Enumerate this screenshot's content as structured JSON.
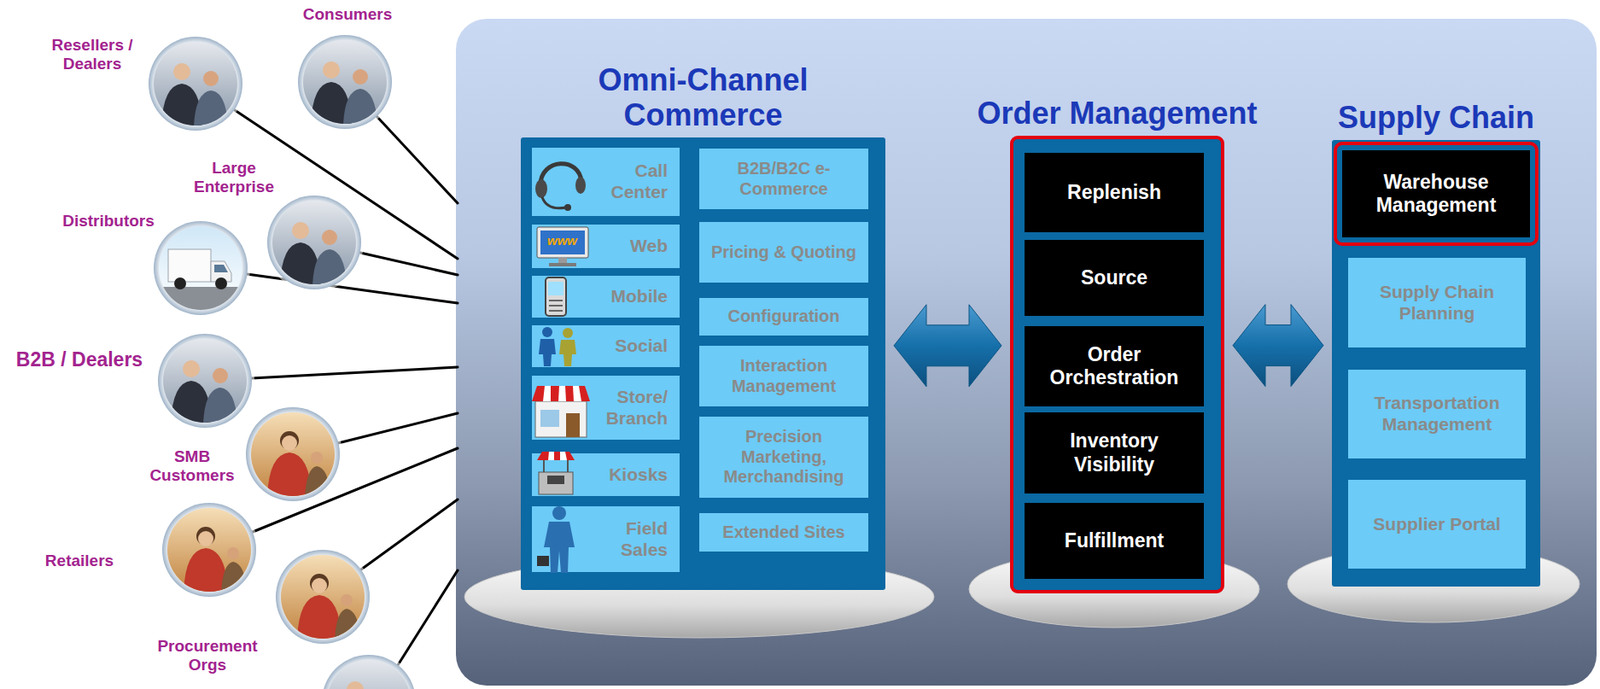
{
  "diagram": {
    "nodes": [
      {
        "text": [
          "Omni-Channel Commerce"
        ]
      },
      {
        "text": [
          "Call Center"
        ],
        "in": 0
      },
      {
        "text": [
          "Web"
        ],
        "in": 0
      },
      {
        "text": [
          "Mobile"
        ],
        "in": 0
      },
      {
        "text": [
          "Social"
        ],
        "in": 0
      },
      {
        "text": [
          "Store/ Branch"
        ],
        "in": 0
      },
      {
        "text": [
          "Kiosks"
        ],
        "in": 0
      },
      {
        "text": [
          "Field Sales"
        ],
        "in": 0
      },
      {
        "text": [
          "B2B/B2C e-Commerce"
        ],
        "in": 0
      },
      {
        "text": [
          "Pricing & Quoting"
        ],
        "in": 0
      },
      {
        "text": [
          "Configuration"
        ],
        "in": 0
      },
      {
        "text": [
          "Interaction Management"
        ],
        "in": 0
      },
      {
        "text": [
          "Precision Marketing, Merchandising"
        ],
        "in": 0
      },
      {
        "text": [
          "Extended Sites"
        ],
        "in": 0
      },
      {
        "text": [
          "Order Management"
        ]
      },
      {
        "text": [
          "Replenish"
        ],
        "in": 14
      },
      {
        "text": [
          "Source"
        ],
        "in": 14
      },
      {
        "text": [
          "Order Orchestration"
        ],
        "in": 14
      },
      {
        "text": [
          "Inventory Visibility"
        ],
        "in": 14
      },
      {
        "text": [
          "Fulfillment"
        ],
        "in": 14
      },
      {
        "text": [
          "Supply Chain"
        ]
      },
      {
        "text": [
          "Warehouse Management"
        ],
        "in": 20
      },
      {
        "text": [
          "Supply Chain Planning"
        ],
        "in": 20
      },
      {
        "text": [
          "Transportation Management"
        ],
        "in": 20
      },
      {
        "text": [
          "Supplier Portal"
        ],
        "in": 20
      }
    ],
    "edges": [
      {
        "from": 0,
        "to": 14,
        "arrow": "both"
      },
      {
        "from": 14,
        "to": 20,
        "arrow": "both"
      }
    ],
    "labels": [
      "Consumers",
      "Resellers / Dealers",
      "Large Enterprise",
      "Distributors",
      "B2B / Dealers",
      "SMB Customers",
      "Retailers",
      "Procurement Orgs",
      "www"
    ]
  }
}
